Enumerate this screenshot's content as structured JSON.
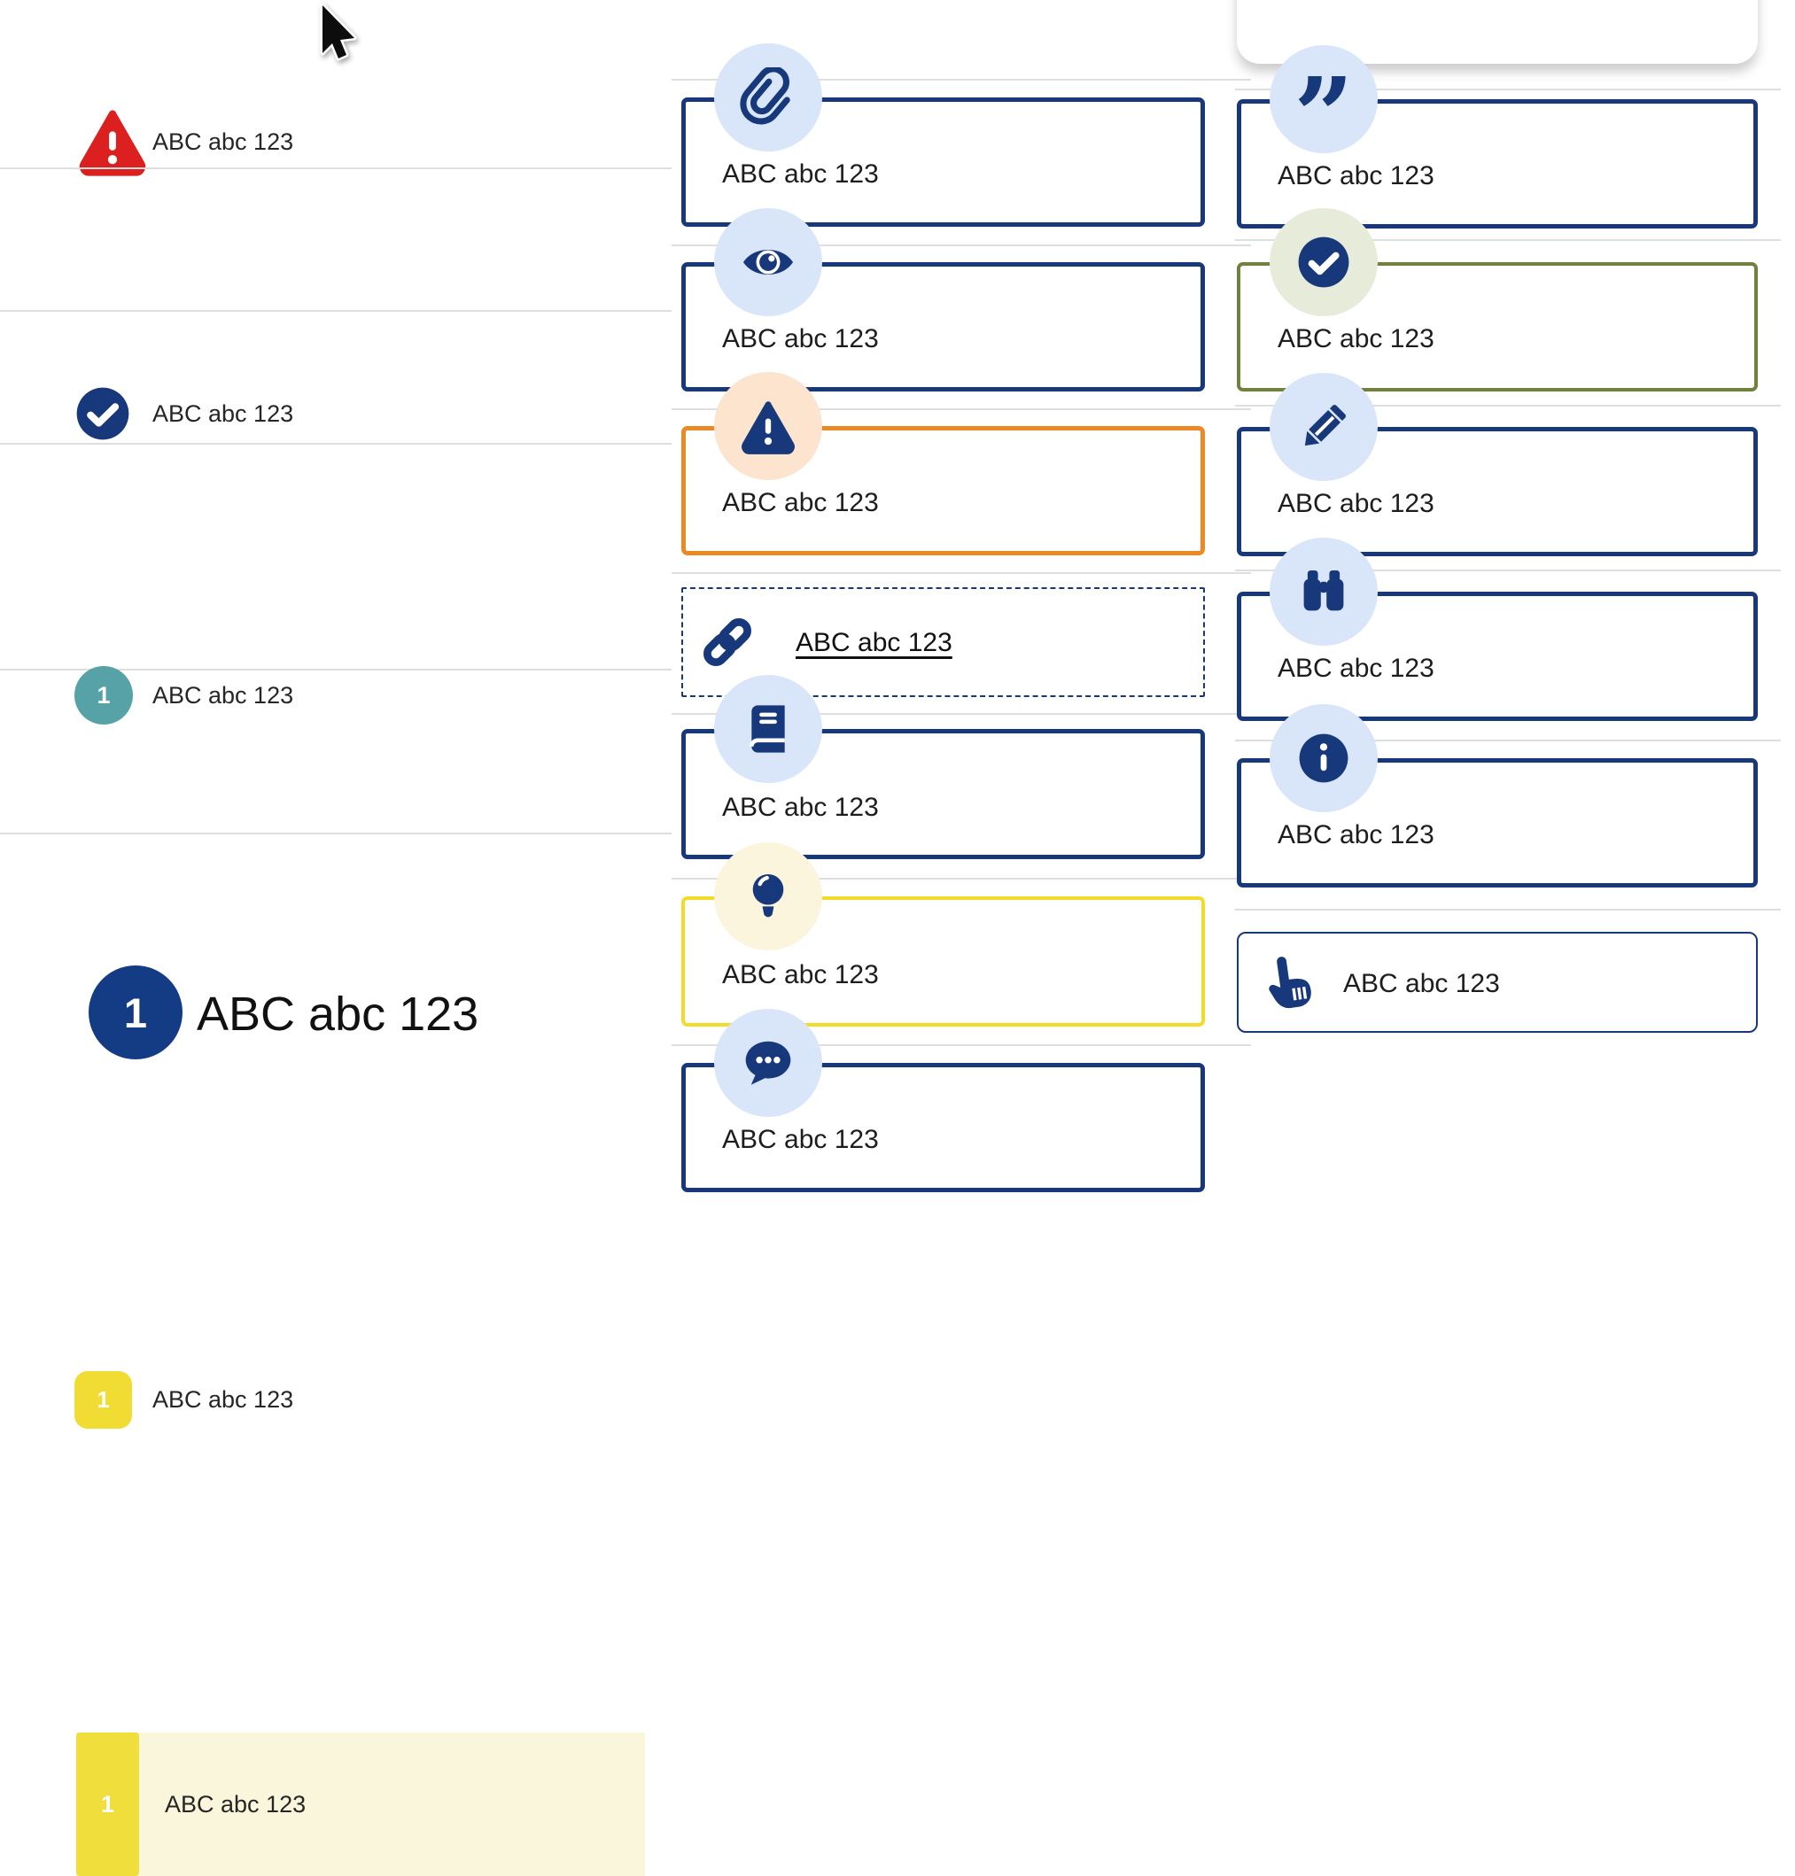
{
  "left_list": {
    "items": [
      {
        "icon": "warning-triangle",
        "label": "ABC abc 123"
      },
      {
        "icon": "check-circle",
        "label": "ABC abc 123"
      },
      {
        "icon": "teal-number-badge",
        "badge": "1",
        "label": "ABC abc 123"
      },
      {
        "icon": "navy-number-badge-large",
        "badge": "1",
        "label": "ABC abc 123"
      },
      {
        "icon": "yellow-number-badge",
        "badge": "1",
        "label": "ABC abc 123"
      },
      {
        "icon": "yellow-number-badge",
        "badge": "1",
        "label": "ABC abc 123",
        "highlighted": true
      }
    ]
  },
  "middle_callouts": {
    "items": [
      {
        "icon": "paperclip",
        "style": "navy",
        "label": "ABC abc 123"
      },
      {
        "icon": "eye",
        "style": "navy",
        "label": "ABC abc 123"
      },
      {
        "icon": "warning",
        "style": "orange",
        "label": "ABC abc 123"
      },
      {
        "icon": "link",
        "style": "dashed",
        "label": "ABC abc 123",
        "underlined": true
      },
      {
        "icon": "book",
        "style": "navy",
        "label": "ABC abc 123"
      },
      {
        "icon": "lightbulb",
        "style": "yellow",
        "label": "ABC abc 123"
      },
      {
        "icon": "chat",
        "style": "navy",
        "label": "ABC abc 123"
      }
    ]
  },
  "right_callouts": {
    "items": [
      {
        "icon": "quote",
        "style": "navy",
        "label": "ABC abc 123"
      },
      {
        "icon": "check-circle",
        "style": "olive",
        "label": "ABC abc 123"
      },
      {
        "icon": "pencil",
        "style": "navy",
        "label": "ABC abc 123"
      },
      {
        "icon": "binoculars",
        "style": "navy",
        "label": "ABC abc 123"
      },
      {
        "icon": "info",
        "style": "navy",
        "label": "ABC abc 123"
      }
    ],
    "hand": {
      "icon": "hand-pointer",
      "label": "ABC abc 123"
    }
  },
  "colors": {
    "navy": "#17397b",
    "red": "#dc1f1f",
    "teal": "#57a2a6",
    "yellow_badge": "#f1dc33",
    "yellow_border": "#f2dc2a",
    "orange_border": "#eb8a25",
    "olive_border": "#70803d",
    "light_blue_circle": "#d9e6f9",
    "peach_circle": "#fce4ce",
    "pale_yellow_circle": "#faf5dc",
    "pale_green_circle": "#e6ecd9",
    "highlight_row_bg": "#faf6db",
    "divider": "#dedede",
    "text": "#1d1d1d"
  }
}
